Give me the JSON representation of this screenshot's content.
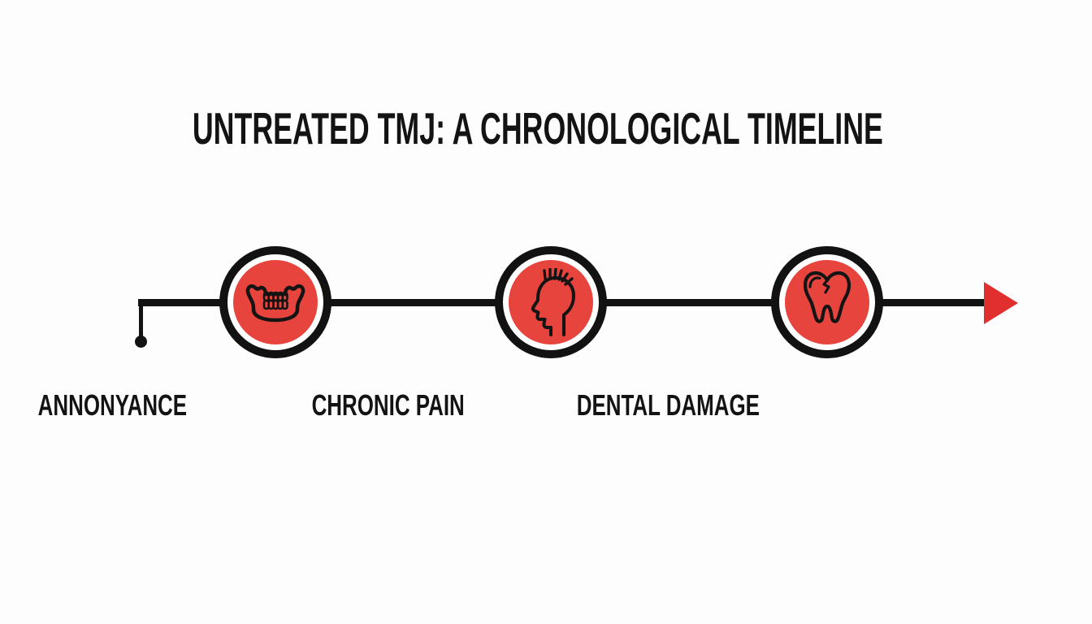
{
  "title": "UNTREATED TMJ: A CHRONOLOGICAL TIMELINE",
  "stages": [
    {
      "label": "ANNONYANCE",
      "icon": "jaw-teeth-icon"
    },
    {
      "label": "CHRONIC PAIN",
      "icon": "headache-icon"
    },
    {
      "label": "DENTAL DAMAGE",
      "icon": "cracked-tooth-icon"
    }
  ],
  "colors": {
    "badge_red": "#e8443e",
    "arrow_red": "#e02f2e",
    "line_black": "#121212",
    "background": "#fdfdfd"
  }
}
